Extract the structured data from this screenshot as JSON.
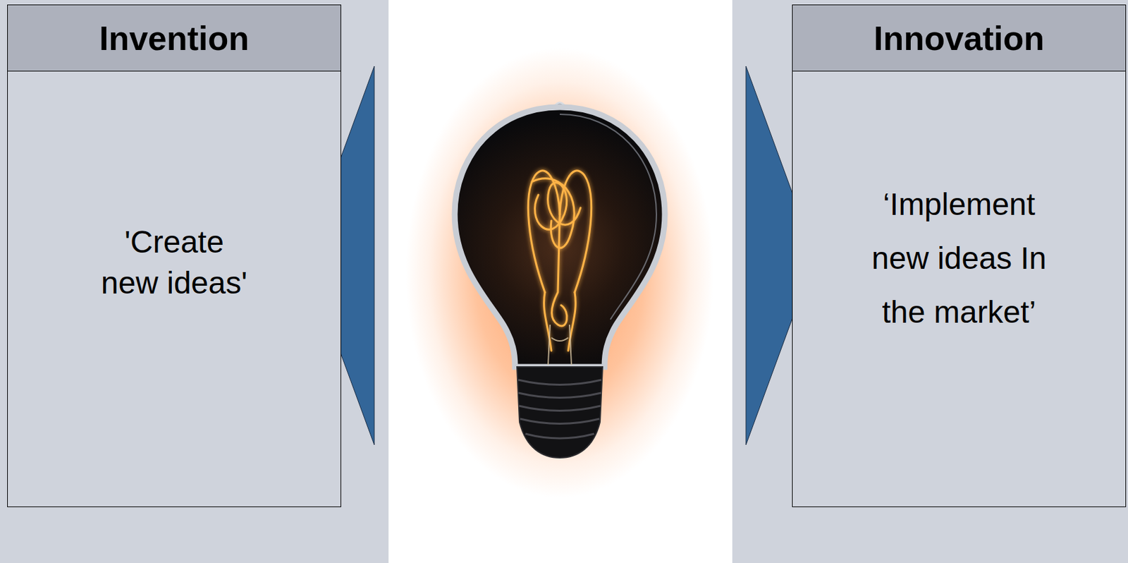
{
  "diagram": {
    "nodes": [
      {
        "text": [
          "Invention",
          "'Create new ideas'"
        ]
      },
      {
        "text": [
          "Innovation",
          "‘Implement new ideas In the market’"
        ]
      }
    ]
  }
}
